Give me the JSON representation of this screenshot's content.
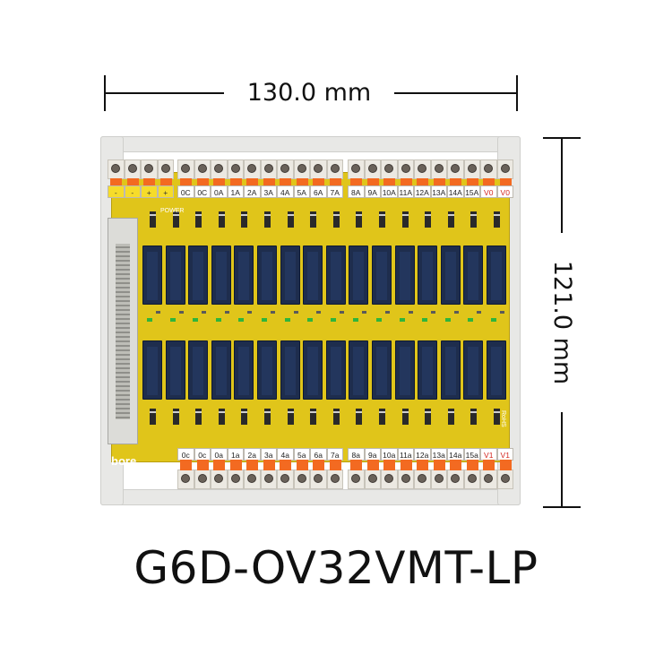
{
  "dimensions": {
    "width_label": "130.0 mm",
    "height_label": "121.0 mm"
  },
  "product": {
    "model": "G6D-OV32VMT-LP",
    "brand": "bore",
    "power_label": "POWER",
    "rohs_label": "RoHS"
  },
  "top_terminal_labels": {
    "left_block": [
      "-",
      "-",
      "+",
      "+"
    ],
    "mid_block": [
      "0C",
      "0C",
      "0A",
      "1A",
      "2A",
      "3A",
      "4A",
      "5A",
      "6A",
      "7A"
    ],
    "right_block": [
      "8A",
      "9A",
      "10A",
      "11A",
      "12A",
      "13A",
      "14A",
      "15A",
      "V0",
      "V0"
    ]
  },
  "bottom_terminal_labels": {
    "mid_block": [
      "0c",
      "0c",
      "0a",
      "1a",
      "2a",
      "3a",
      "4a",
      "5a",
      "6a",
      "7a"
    ],
    "right_block": [
      "8a",
      "9a",
      "10a",
      "11a",
      "12a",
      "13a",
      "14a",
      "15a",
      "V1",
      "V1"
    ]
  },
  "colors": {
    "pcb": "#e0c51a",
    "relay": "#1e2d4d",
    "terminal_lever": "#f36a21",
    "supply_label_red": "#d4261f"
  }
}
